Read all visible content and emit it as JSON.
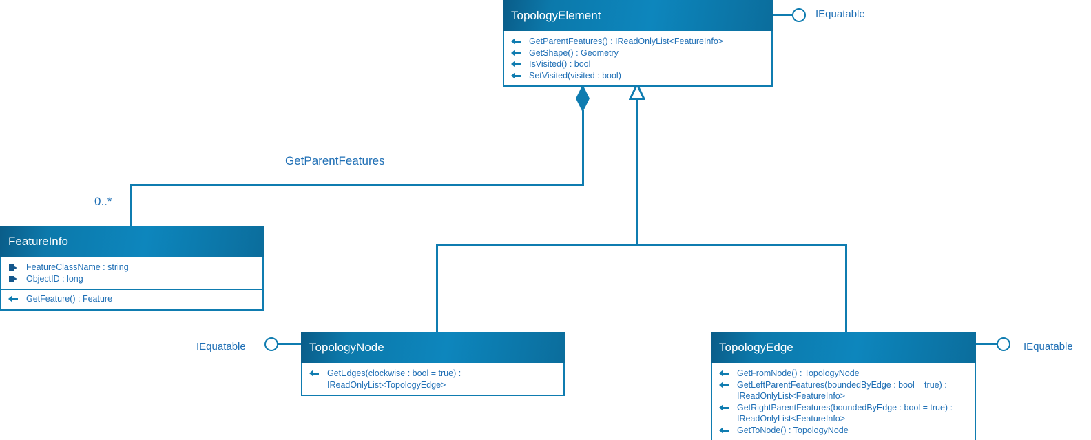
{
  "diagram": {
    "kind": "uml-class-diagram",
    "colors": {
      "accent": "#0f7cb0",
      "header_dark": "#0a5c88",
      "header_light": "#0d86bd",
      "member_text": "#1f6fb5",
      "field_icon": "#14578c",
      "background": "#ffffff"
    }
  },
  "classes": {
    "topology_element": {
      "name": "TopologyElement",
      "members": [
        {
          "icon": "method-icon",
          "text": "GetParentFeatures() : IReadOnlyList<FeatureInfo>"
        },
        {
          "icon": "method-icon",
          "text": "GetShape() : Geometry"
        },
        {
          "icon": "method-icon",
          "text": "IsVisited() : bool"
        },
        {
          "icon": "method-icon",
          "text": "SetVisited(visited : bool)"
        }
      ]
    },
    "feature_info": {
      "name": "FeatureInfo",
      "fields": [
        {
          "icon": "field-icon",
          "text": "FeatureClassName : string"
        },
        {
          "icon": "field-icon",
          "text": "ObjectID : long"
        }
      ],
      "methods": [
        {
          "icon": "method-icon",
          "text": "GetFeature() : Feature"
        }
      ]
    },
    "topology_node": {
      "name": "TopologyNode",
      "members": [
        {
          "icon": "method-icon",
          "text": "GetEdges(clockwise : bool = true) :\nIReadOnlyList<TopologyEdge>"
        }
      ]
    },
    "topology_edge": {
      "name": "TopologyEdge",
      "members": [
        {
          "icon": "method-icon",
          "text": "GetFromNode() : TopologyNode"
        },
        {
          "icon": "method-icon",
          "text": "GetLeftParentFeatures(boundedByEdge : bool = true) :\nIReadOnlyList<FeatureInfo>"
        },
        {
          "icon": "method-icon",
          "text": "GetRightParentFeatures(boundedByEdge : bool = true) :\nIReadOnlyList<FeatureInfo>"
        },
        {
          "icon": "method-icon",
          "text": "GetToNode() : TopologyNode"
        }
      ]
    }
  },
  "interfaces": {
    "topology_element_iface": "IEquatable",
    "topology_node_iface": "IEquatable",
    "topology_edge_iface": "IEquatable"
  },
  "relationships": {
    "composition": {
      "type": "composition",
      "source": "TopologyElement",
      "target": "FeatureInfo",
      "label": "GetParentFeatures",
      "multiplicity": "0..*"
    },
    "generalization_node": {
      "type": "generalization",
      "source": "TopologyNode",
      "target": "TopologyElement"
    },
    "generalization_edge": {
      "type": "generalization",
      "source": "TopologyEdge",
      "target": "TopologyElement"
    }
  }
}
